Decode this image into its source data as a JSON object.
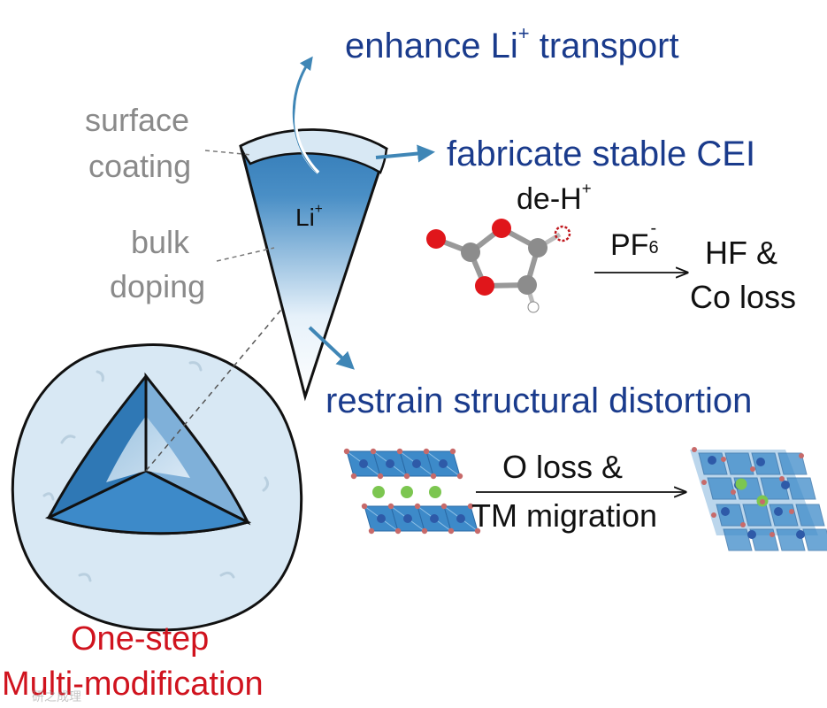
{
  "effects": {
    "li_transport": {
      "text": "enhance Li",
      "sup": "+",
      "suffix": " transport"
    },
    "cei": "fabricate stable CEI",
    "distortion": "restrain structural distortion"
  },
  "labels": {
    "surface_coating": [
      "surface",
      "coating"
    ],
    "bulk_doping": [
      "bulk",
      "doping"
    ],
    "li_ion": {
      "text": "Li",
      "sup": "+"
    }
  },
  "cei_reaction": {
    "deprotonation": {
      "text": "de-H",
      "sup": "+"
    },
    "reagent": {
      "text": "PF",
      "sub": "6",
      "sup": "-"
    },
    "products": [
      "HF &",
      "Co loss"
    ]
  },
  "structure_reaction": {
    "process": [
      "O loss &",
      "TM migration"
    ]
  },
  "caption": [
    "One-step",
    "Multi-modification"
  ],
  "watermark": "研之成理",
  "colors": {
    "effect_text": "#1a3b8c",
    "label_text": "#8a8a8a",
    "caption_text": "#d0131e",
    "arrow": "#3f86b6",
    "wedge_dark": "#2f78b5",
    "wedge_light": "#e6f1fa",
    "particle_shell": "#d8e8f4",
    "oxygen": "#e0161b",
    "carbon": "#8c8c8c",
    "hydrogen": "#ffffff",
    "lithium_sphere": "#7cc650",
    "tm_sphere": "#2e5aa8",
    "octahedron": "#3d8ac9"
  }
}
